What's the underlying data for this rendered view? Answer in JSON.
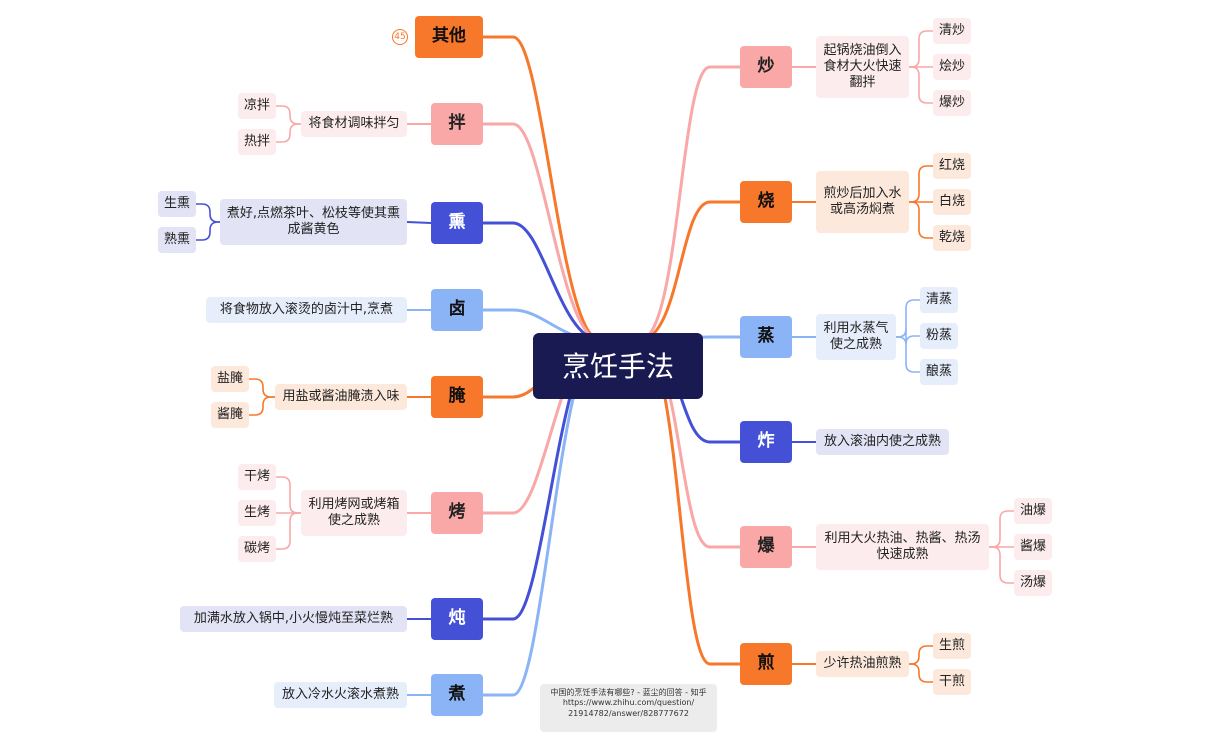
{
  "center": "烹饪手法",
  "badge": "45",
  "source": {
    "line1": "中国的烹饪手法有哪些? - 蓝尘的回答 - 知乎",
    "line2": "https://www.zhihu.com/question/",
    "line3": "21914782/answer/828777672"
  },
  "left": [
    {
      "title": "其他",
      "desc": "",
      "leaves": []
    },
    {
      "title": "拌",
      "desc": "将食材调味拌匀",
      "leaves": [
        "凉拌",
        "热拌"
      ]
    },
    {
      "title": "熏",
      "desc": "煮好,点燃茶叶、松枝等使其熏成酱黄色",
      "leaves": [
        "生熏",
        "熟熏"
      ]
    },
    {
      "title": "卤",
      "desc": "将食物放入滚烫的卤汁中,烹煮",
      "leaves": []
    },
    {
      "title": "腌",
      "desc": "用盐或酱油腌渍入味",
      "leaves": [
        "盐腌",
        "酱腌"
      ]
    },
    {
      "title": "烤",
      "desc": "利用烤网或烤箱使之成熟",
      "leaves": [
        "干烤",
        "生烤",
        "碳烤"
      ]
    },
    {
      "title": "炖",
      "desc": "加满水放入锅中,小火慢炖至菜烂熟",
      "leaves": []
    },
    {
      "title": "煮",
      "desc": "放入冷水火滚水煮熟",
      "leaves": []
    }
  ],
  "right": [
    {
      "title": "炒",
      "desc": "起锅烧油倒入食材大火快速翻拌",
      "leaves": [
        "清炒",
        "烩炒",
        "爆炒"
      ]
    },
    {
      "title": "烧",
      "desc": "煎炒后加入水或高汤焖煮",
      "leaves": [
        "红烧",
        "白烧",
        "乾烧"
      ]
    },
    {
      "title": "蒸",
      "desc": "利用水蒸气使之成熟",
      "leaves": [
        "清蒸",
        "粉蒸",
        "酿蒸"
      ]
    },
    {
      "title": "炸",
      "desc": "放入滚油内使之成熟",
      "leaves": []
    },
    {
      "title": "爆",
      "desc": "利用大火热油、热酱、热汤快速成熟",
      "leaves": [
        "油爆",
        "酱爆",
        "汤爆"
      ]
    },
    {
      "title": "煎",
      "desc": "少许热油煎熟",
      "leaves": [
        "生煎",
        "干煎"
      ]
    }
  ],
  "colors": {
    "orange": "#f7772b",
    "pink": "#f9a7a7",
    "blue": "#4451d6",
    "light_blue": "#8bb4f6",
    "center": "#1a1a52"
  }
}
